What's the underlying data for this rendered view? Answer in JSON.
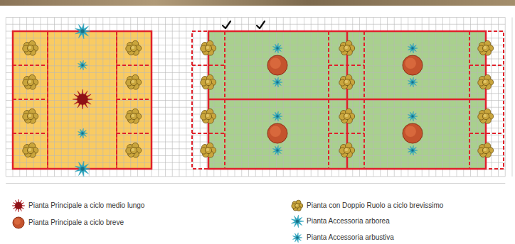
{
  "diagram": {
    "legend": [
      {
        "text": "Pianta Principale a ciclo medio lungo"
      },
      {
        "text": "Pianta Principale a ciclo breve"
      },
      {
        "text": "Pianta con Doppio Ruolo a ciclo brevissimo"
      },
      {
        "text": "Pianta Accessoria arborea"
      },
      {
        "text": "Pianta Accessoria arbustiva"
      }
    ]
  }
}
